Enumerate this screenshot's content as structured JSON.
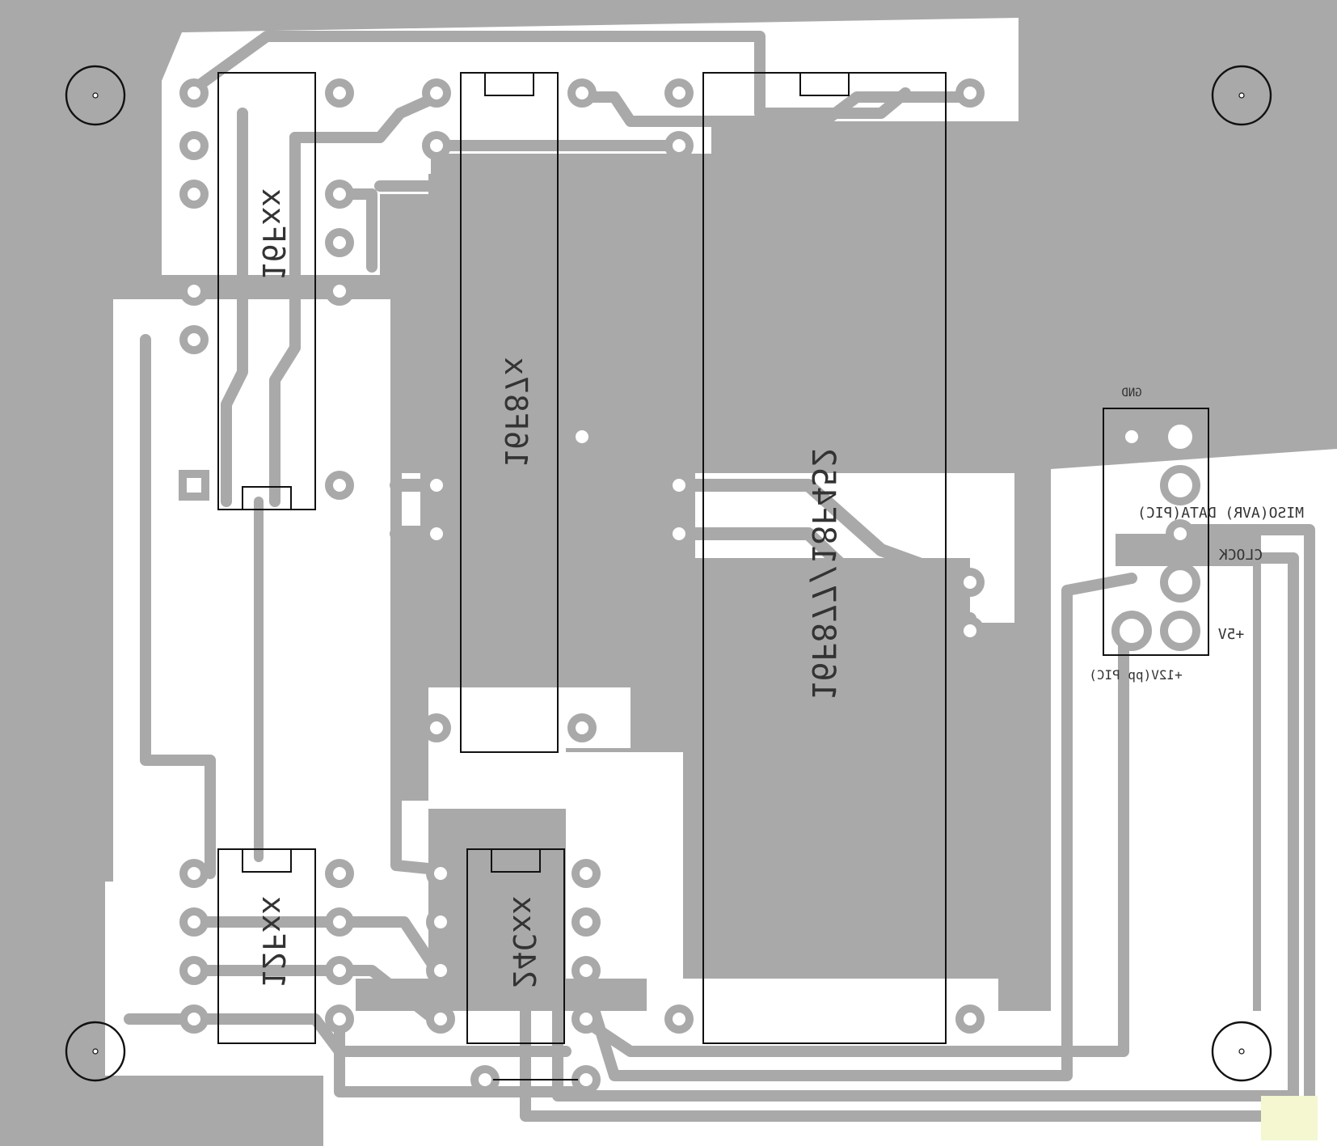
{
  "board": {
    "colors": {
      "copper": "#a9a9a9",
      "background": "#ffffff",
      "silkscreen": "#111111"
    }
  },
  "components": {
    "u_top_left": {
      "label": "16Fxx"
    },
    "u_top_mid": {
      "label": "16F87x"
    },
    "u_big": {
      "label": "16F877/18F452"
    },
    "u_bottom_left": {
      "label": "12Fxx"
    },
    "u_bottom_mid": {
      "label": "24Cxx"
    }
  },
  "connector": {
    "title": "GND",
    "pins": [
      {
        "label": "MISO(AVR) DATA(PIC)"
      },
      {
        "label": "CLOCK"
      },
      {
        "label": "+5V"
      },
      {
        "label": "+12V(pp PIC)"
      }
    ]
  },
  "icons": {
    "mounting_hole": "mount-hole-icon"
  }
}
